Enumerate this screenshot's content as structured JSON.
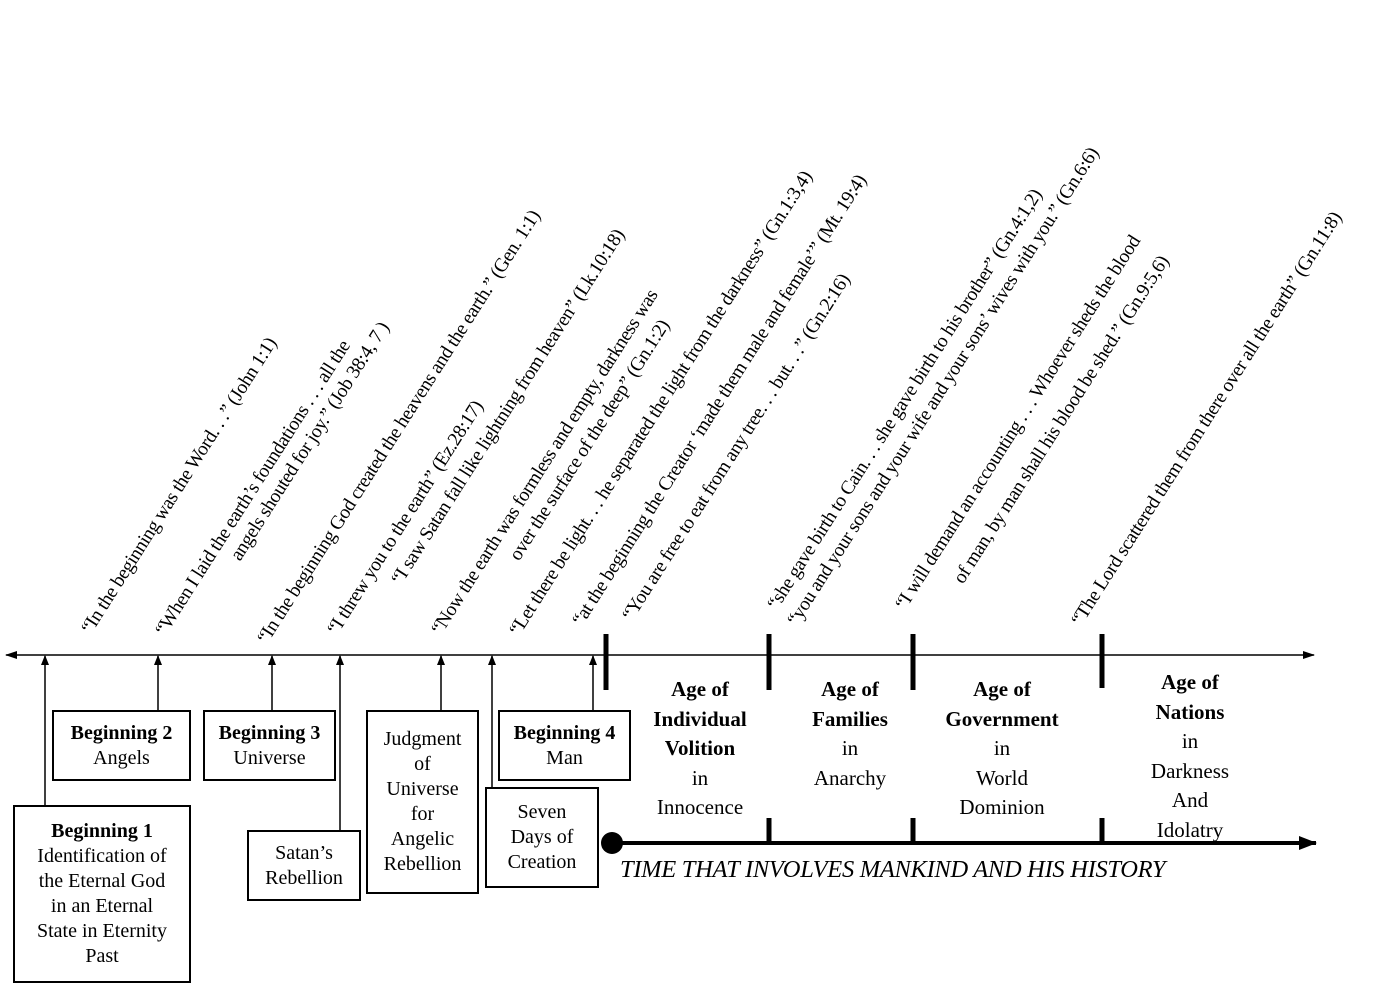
{
  "quotes": {
    "q1": "“In the beginning was the Word. . .” (John 1:1)",
    "q2a": "“When I laid the earth’s foundations . . . all the",
    "q2b": "angels shouted for joy.” (Job 38:4, 7 )",
    "q3": "“In the beginning God created the heavens and the earth.” (Gen. 1:1)",
    "q4a": "“I threw you to the earth” (Ez.28:17)",
    "q4b": "“I saw Satan fall like lightning from heaven” (Lk.10:18)",
    "q5a": "“Now the earth was formless and empty, darkness was",
    "q5b": "over the surface of the deep” (Gn.1:2)",
    "q6": "“Let there be light. . . he separated the light from the darkness” (Gn.1:3,4)",
    "q7": "“at the beginning the Creator ‘made them male and female’” (Mt. 19:4)",
    "q8": "“You are free to eat from any tree. . . but. . .” (Gn.2:16)",
    "q9a": "“she gave birth to Cain. . . she gave birth to his brother” (Gn.4:1,2)",
    "q9b": "“you and your sons and your wife and your sons’ wives with you.” (Gn.6:6)",
    "q10a": "“I will demand an accounting . . . Whoever sheds the blood",
    "q10b": "of man, by man shall his blood be shed.” (Gn.9:5,6)",
    "q11": "“The Lord scattered them from there over all the earth” (Gn.11:8)"
  },
  "boxes": {
    "b1_title": "Beginning 1",
    "b1_lines": [
      "Identification of",
      "the Eternal God",
      "in an Eternal",
      "State in Eternity",
      "Past"
    ],
    "b2_title": "Beginning 2",
    "b2_sub": "Angels",
    "b3_title": "Beginning 3",
    "b3_sub": "Universe",
    "satan": [
      "Satan’s",
      "Rebellion"
    ],
    "judgment": [
      "Judgment",
      "of",
      "Universe",
      "for",
      "Angelic",
      "Rebellion"
    ],
    "b4_title": "Beginning 4",
    "b4_sub": "Man",
    "seven": [
      "Seven",
      "Days of",
      "Creation"
    ]
  },
  "ages": [
    {
      "title": [
        "Age of",
        "Individual",
        "Volition"
      ],
      "sub": [
        "in",
        "Innocence"
      ]
    },
    {
      "title": [
        "Age of",
        "Families"
      ],
      "sub": [
        "in",
        "Anarchy"
      ]
    },
    {
      "title": [
        "Age of",
        "Government"
      ],
      "sub": [
        "in",
        "World",
        "Dominion"
      ]
    },
    {
      "title": [
        "Age of",
        "Nations"
      ],
      "sub": [
        "in",
        "Darkness",
        "And",
        "Idolatry"
      ]
    }
  ],
  "caption": "TIME THAT INVOLVES MANKIND AND HIS HISTORY"
}
